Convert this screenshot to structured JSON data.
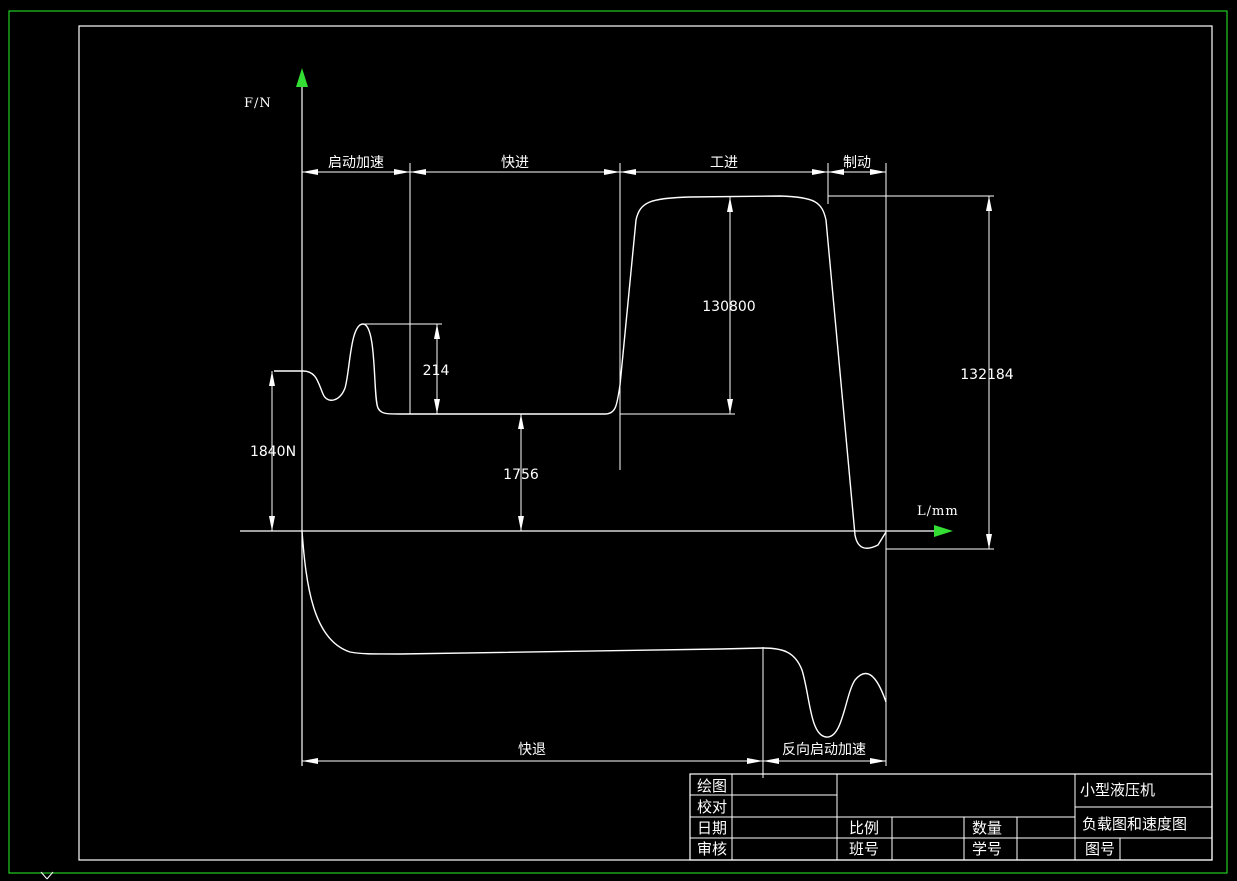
{
  "axes": {
    "y_label": "F/N",
    "x_label": "L/mm",
    "arrow_color": "#33dd33"
  },
  "phases_top": [
    "启动加速",
    "快进",
    "工进",
    "制动"
  ],
  "phases_bottom": [
    "快退",
    "反向启动加速"
  ],
  "dimensions": {
    "d214": "214",
    "d130800": "130800",
    "d132184": "132184",
    "d1840": "1840N",
    "d1756": "1756"
  },
  "title_block": {
    "drawn": "绘图",
    "checked": "校对",
    "date": "日期",
    "approved": "审核",
    "scale": "比例",
    "quantity": "数量",
    "class_no": "班号",
    "student_no": "学号",
    "drawing_no": "图号",
    "title_main": "小型液压机",
    "title_sub": "负载图和速度图"
  },
  "colors": {
    "outer_frame": "#22cc22",
    "lines": "#ffffff",
    "background": "#000000"
  }
}
